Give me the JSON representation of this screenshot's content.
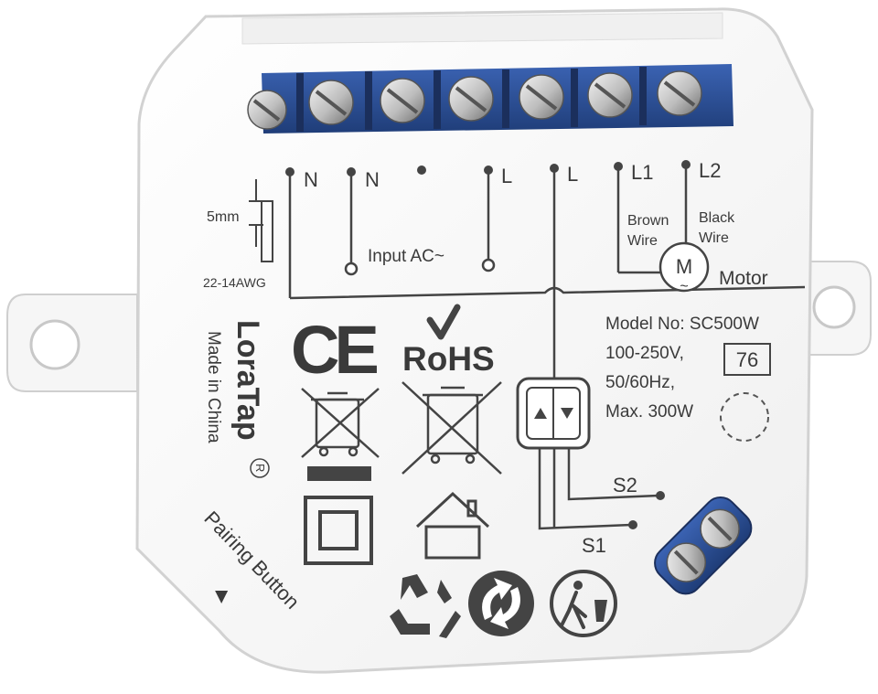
{
  "terminals": {
    "labels": [
      "N",
      "N",
      "L",
      "L",
      "L1",
      "L2"
    ],
    "s1": "S1",
    "s2": "S2"
  },
  "wiring": {
    "input": "Input  AC~",
    "brown_wire": [
      "Brown",
      "Wire"
    ],
    "black_wire": [
      "Black",
      "Wire"
    ],
    "motor_symbol": "M",
    "motor_tilde": "~",
    "motor_label": "Motor"
  },
  "strip": {
    "length": "5mm",
    "gauge": "22-14AWG"
  },
  "specs": {
    "model": "Model No: SC500W",
    "voltage": "100-250V,",
    "frequency": "50/60Hz,",
    "max_power": "Max. 300W",
    "code": "76"
  },
  "brand": {
    "name": "LoraTap",
    "registered": "R",
    "origin": "Made in China"
  },
  "certifications": {
    "ce": "CE",
    "rohs": "RoHS"
  },
  "pairing": {
    "label": "Pairing Button",
    "arrow": "▲"
  },
  "colors": {
    "housing": "#f7f7f7",
    "terminal_blue": "#2a4a8a",
    "print": "#444444"
  }
}
